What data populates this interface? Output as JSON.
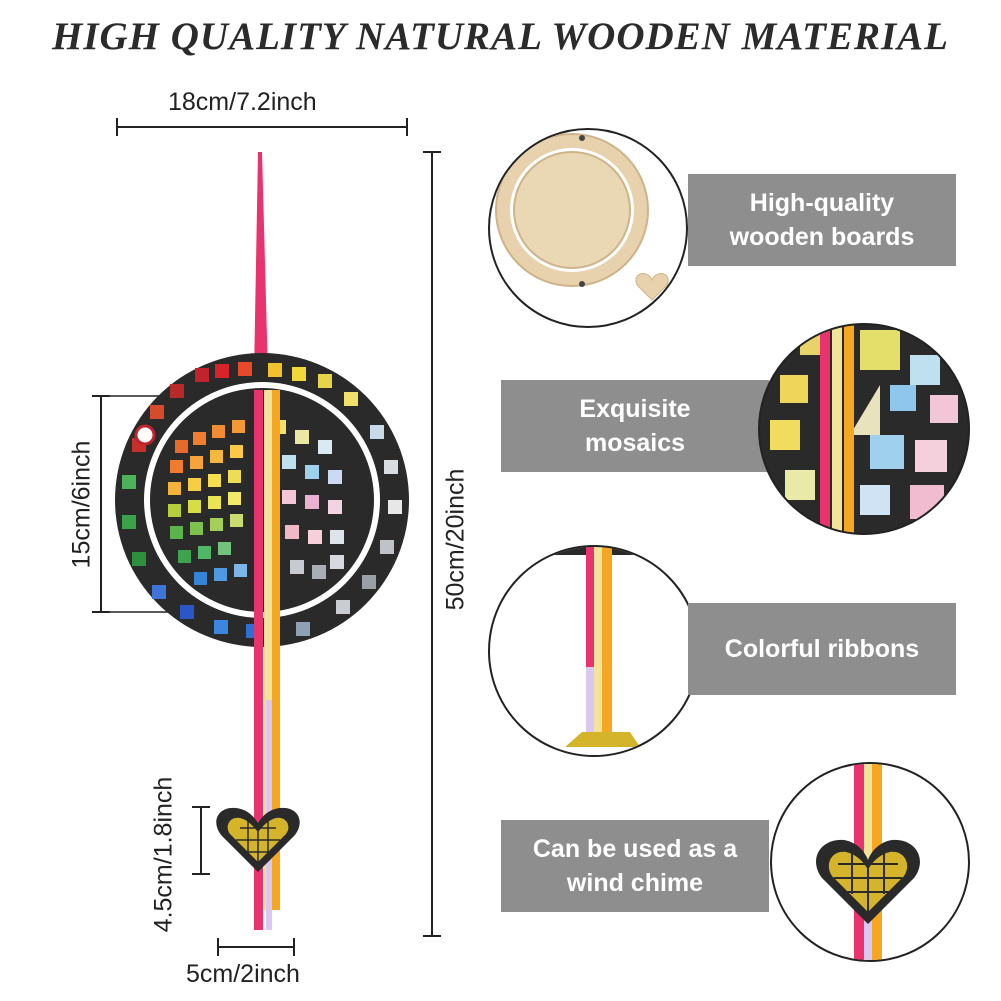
{
  "title": "HIGH QUALITY NATURAL WOODEN MATERIAL",
  "dimensions": {
    "outer_width": "18cm/7.2inch",
    "inner_height": "15cm/6inch",
    "total_length": "50cm/20inch",
    "heart_height": "4.5cm/1.8inch",
    "heart_width": "5cm/2inch"
  },
  "features": [
    {
      "label": "High-quality wooden boards",
      "line1": "High-quality",
      "line2": "wooden boards"
    },
    {
      "label": "Exquisite mosaics",
      "line1": "Exquisite",
      "line2": "mosaics"
    },
    {
      "label": "Colorful ribbons",
      "line1": "Colorful ribbons",
      "line2": ""
    },
    {
      "label": "Can be used as a wind chime",
      "line1": "Can be used as a",
      "line2": "wind chime"
    }
  ],
  "colors": {
    "ribbon_pink": "#e8336e",
    "ribbon_orange": "#f5a623",
    "ribbon_yellow": "#f3e29a",
    "board_black": "#2a2a2a",
    "wood": "#e8d2ad",
    "label_gray": "#8e8e8e"
  }
}
